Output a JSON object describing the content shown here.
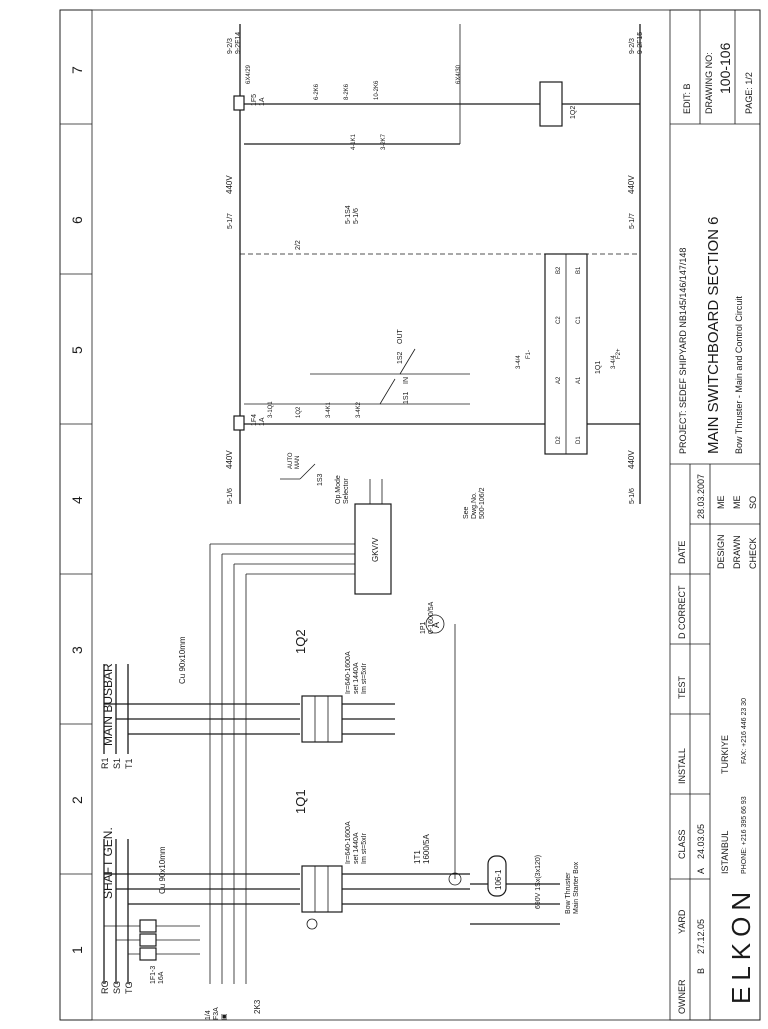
{
  "columns": [
    "1",
    "2",
    "3",
    "4",
    "5",
    "6",
    "7"
  ],
  "power": {
    "shaft_gen": "SHAFT GEN.",
    "main_busbar": "MAIN BUSBAR",
    "phases_gen": [
      "RG",
      "SG",
      "TG"
    ],
    "phases_bus": [
      "R1",
      "S1",
      "T1"
    ],
    "fuse_1f1": "1F1-3\n16A",
    "cu_gen": "Cu 90x10mm",
    "cu_bus": "Cu 90x10mm",
    "breaker_1q1": "1Q1",
    "breaker_1q1_spec": "Ir=640-1600A\nset 1440A\nIm st=5xIr",
    "breaker_1q2": "1Q2",
    "breaker_1q2_spec": "Ir=640-1600A\nset 1440A\nIm st=5xIr",
    "ct_1t1": "1T1\n1600/5A",
    "ammeter": "A",
    "ammeter_spec": "1P1\n0-1600/5A",
    "transducer": "GKV/V",
    "see_drawing": "See\nDwg.No.\n500-106/2",
    "bow_thruster_box": "Bow Thruster\nMain Starter Box",
    "cable_spec": "690V  1Sx(3x120)",
    "cable_tag": "106-1",
    "2k3": "2K3",
    "left_terminals": "1/4\nF3A\n▣"
  },
  "control": {
    "v440_top_left": "440V",
    "v440_top_right": "440V",
    "v440_bot_left": "440V",
    "v440_bot_right": "440V",
    "ref_51_6_top": "5-1/6",
    "ref_51_6_bot": "5-1/6",
    "ref_51_7_top": "5-1/7",
    "ref_51_7_bot": "5-1/7",
    "fuse_1f4": "1F4\n1A",
    "fuse_1f5": "1F5\n1A",
    "selector_1s3": "1S3",
    "selector_text": "Op.Mode\nSelector",
    "sel_pos": "AUTO\nMAN",
    "btn_1s1": "1S1",
    "btn_1s1_text": "IN",
    "btn_1s2": "1S2",
    "btn_1s2_text": "OUT",
    "coil_1q1": "1Q1",
    "coil_1q2": "1Q2",
    "ref_34_4": "3-4/4",
    "ref_22": "2/2",
    "ref_sw": "5-1S4\n5-1/6",
    "k_labels_left": [
      "3-1Q1",
      "1Q2",
      "3-4K1",
      "3-4K2"
    ],
    "k_labels_right": [
      "6-2K6",
      "8-2K6",
      "10-2K6",
      "4-1K1",
      "3-2K7"
    ],
    "ref_top_right_a": "9-2/3\n9-2F14",
    "ref_top_right_b": "9-2/3\n9-2F15",
    "coil_terms": [
      "A2",
      "A1",
      "C2",
      "C1",
      "B2",
      "B1",
      "D2",
      "D1",
      "F1-",
      "F2+"
    ],
    "contact_ref": "6X4/29",
    "contact_ref_b": "6X4/30"
  },
  "title_block": {
    "company": "ELKON",
    "city": "ISTANBUL",
    "country": "TURKIYE",
    "phone": "PHONE: +216 395 66 93",
    "fax": "FAX: +216 446 23 30",
    "owner_label": "OWNER",
    "yard_label": "YARD",
    "class_label": "CLASS",
    "install_label": "INSTALL",
    "test_label": "TEST",
    "correct_label": "D CORRECT",
    "date_label": "DATE",
    "design_label": "DESIGN",
    "drawn_label": "DRAWN",
    "check_label": "CHECK",
    "rev_b_mark": "B",
    "rev_b_date": "27.12.05",
    "rev_a_mark": "A",
    "rev_a_date": "24.03.05",
    "date_value": "28.03.2007",
    "design_value": "ME",
    "drawn_value": "ME",
    "check_value": "SO",
    "project": "PROJECT: SEDEF SHIPYARD NB145/146/147/148",
    "title": "MAIN SWITCHBOARD SECTION 6",
    "subtitle": "Bow Thruster - Main and Control Circuit",
    "edit": "EDIT:  B",
    "drawing_no_label": "DRAWING NO:",
    "drawing_no": "100-106",
    "page": "PAGE: 1/2"
  }
}
